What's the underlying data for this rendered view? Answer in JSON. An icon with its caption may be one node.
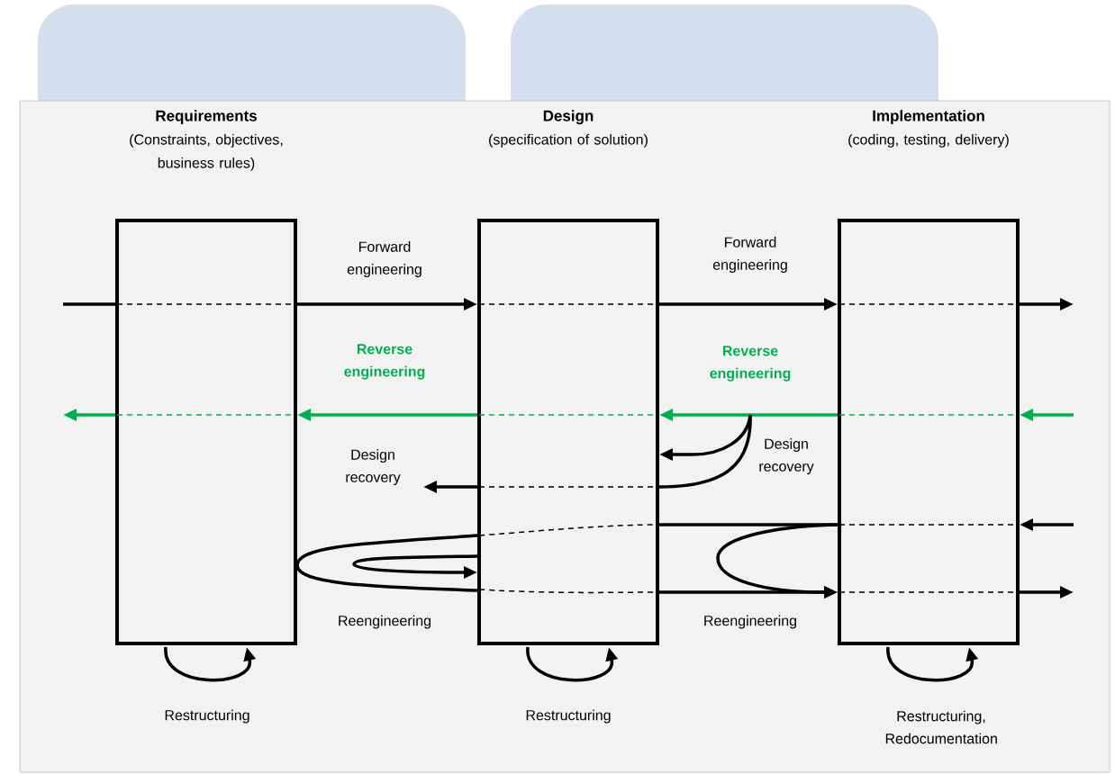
{
  "diagram": {
    "nodes": [
      {
        "text": [],
        "shape": "box"
      },
      {
        "text": [],
        "shape": "box"
      },
      {
        "text": [],
        "shape": "box",
        "beside": [
          "Requirements",
          "(Constraints, objectives, business rules)"
        ]
      },
      {
        "text": [],
        "shape": "box",
        "beside": [
          "Design",
          "(specification of solution)"
        ]
      },
      {
        "text": [],
        "shape": "box",
        "beside": [
          "Implementation",
          "(coding, testing, delivery)"
        ]
      }
    ],
    "edges": [
      {
        "from": null,
        "to": 2,
        "arrow": "none"
      },
      {
        "from": 2,
        "to": 3,
        "arrow": "to",
        "label": "Forward engineering"
      },
      {
        "from": 3,
        "to": 4,
        "arrow": "to",
        "label": "Forward engineering"
      },
      {
        "from": 4,
        "to": null,
        "arrow": "to"
      },
      {
        "from": null,
        "to": 4,
        "arrow": "to",
        "color": "#00b050"
      },
      {
        "from": 4,
        "to": 3,
        "arrow": "to",
        "color": "#00b050",
        "label": "Reverse engineering"
      },
      {
        "from": 3,
        "to": 2,
        "arrow": "to",
        "color": "#00b050",
        "label": "Reverse engineering"
      },
      {
        "from": 2,
        "to": null,
        "arrow": "to",
        "color": "#00b050"
      },
      {
        "from": 3,
        "to": null,
        "arrow": "to",
        "label": "Design recovery"
      },
      {
        "from": null,
        "to": 3,
        "arrow": "to",
        "label": "Design recovery"
      },
      {
        "from": null,
        "to": 3,
        "arrow": "none"
      },
      {
        "from": 3,
        "to": 2,
        "arrow": "none"
      },
      {
        "from": 2,
        "to": 3,
        "arrow": "none",
        "label": "Reengineering"
      },
      {
        "from": 3,
        "to": 3,
        "arrow": "to"
      },
      {
        "from": 3,
        "to": 4,
        "arrow": "none"
      },
      {
        "from": 3,
        "to": 4,
        "arrow": "to"
      },
      {
        "from": 4,
        "to": 4,
        "arrow": "to",
        "label": "Reengineering"
      },
      {
        "from": null,
        "to": 4,
        "arrow": "to"
      },
      {
        "from": 4,
        "to": null,
        "arrow": "to"
      },
      {
        "from": 2,
        "to": 2,
        "arrow": "to",
        "label": "Restructuring"
      },
      {
        "from": 3,
        "to": 3,
        "arrow": "to",
        "label": "Restructuring"
      },
      {
        "from": 4,
        "to": 4,
        "arrow": "to",
        "label": "Restructuring, Redocumentation"
      }
    ]
  }
}
